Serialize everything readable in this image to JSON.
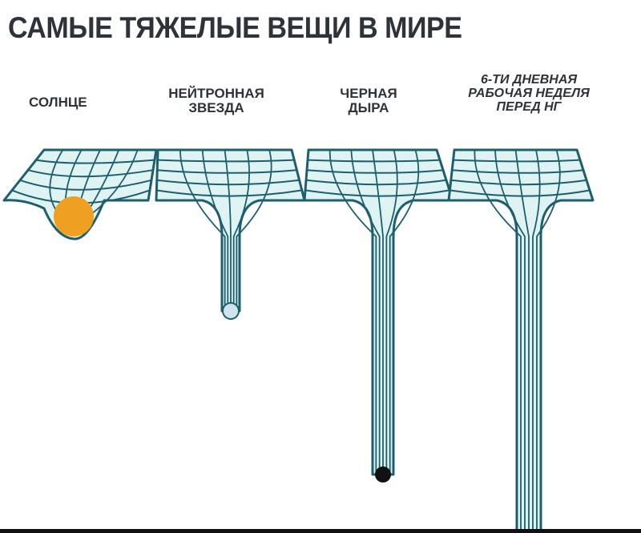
{
  "title": "САМЫЕ ТЯЖЕЛЫЕ ВЕЩИ В МИРЕ",
  "labels": {
    "sun": "СОЛНЦЕ",
    "neutron_star_1": "НЕЙТРОННАЯ",
    "neutron_star_2": "ЗВЕЗДА",
    "black_hole_1": "ЧЕРНАЯ",
    "black_hole_2": "ДЫРА",
    "workweek_1": "6-ТИ ДНЕВНАЯ",
    "workweek_2": "РАБОЧАЯ НЕДЕЛЯ",
    "workweek_3": "ПЕРЕД НГ"
  },
  "colors": {
    "grid": "#1d5f6e",
    "fill": "#dff4f2",
    "sun": "#f0a020",
    "neutron": "#cfe3ea",
    "hole": "#111111"
  }
}
